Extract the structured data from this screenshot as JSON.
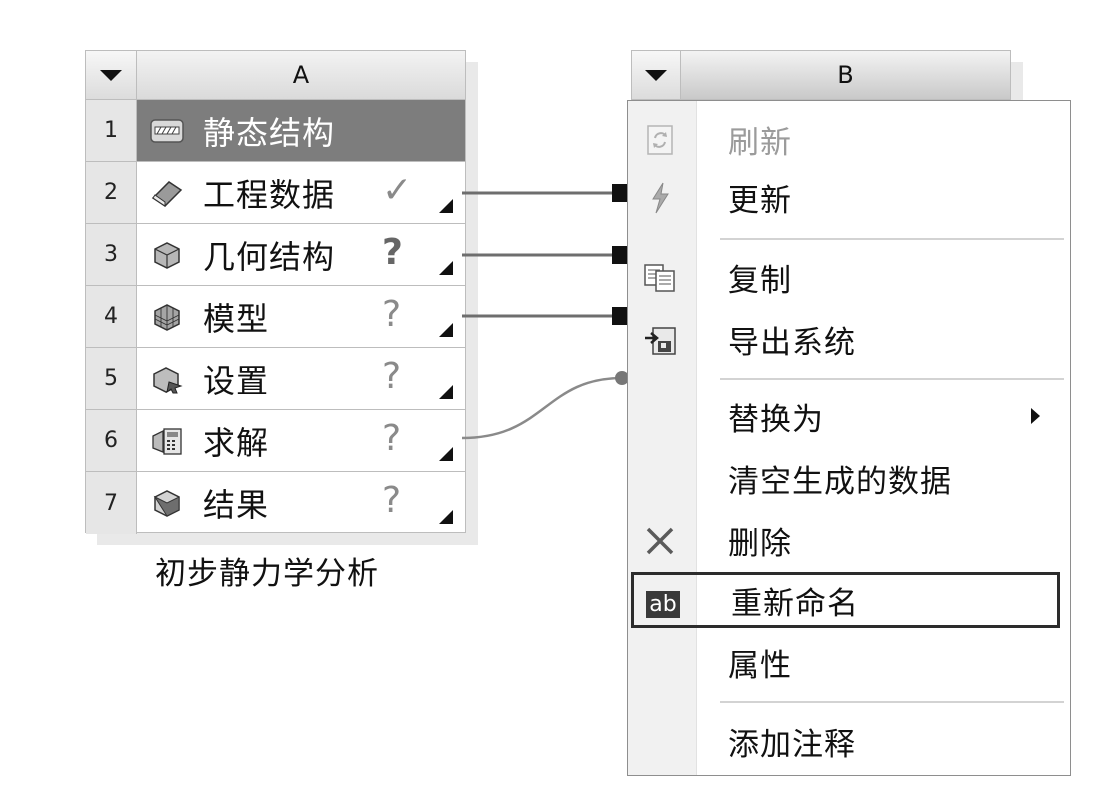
{
  "systemA": {
    "column_label": "A",
    "caption": "初步静力学分析",
    "rows": [
      {
        "num": "1",
        "label": "静态结构",
        "status": "",
        "icon": "static-structural-icon"
      },
      {
        "num": "2",
        "label": "工程数据",
        "status": "✓",
        "icon": "engineering-data-icon"
      },
      {
        "num": "3",
        "label": "几何结构",
        "status": "?",
        "icon": "geometry-icon"
      },
      {
        "num": "4",
        "label": "模型",
        "status": "?",
        "icon": "model-icon"
      },
      {
        "num": "5",
        "label": "设置",
        "status": "?",
        "icon": "setup-icon"
      },
      {
        "num": "6",
        "label": "求解",
        "status": "?",
        "icon": "solution-icon"
      },
      {
        "num": "7",
        "label": "结果",
        "status": "?",
        "icon": "results-icon"
      }
    ]
  },
  "systemB": {
    "column_label": "B"
  },
  "context_menu": {
    "items": {
      "refresh": "刷新",
      "update": "更新",
      "duplicate": "复制",
      "export_system": "导出系统",
      "replace_with": "替换为",
      "clear_generated_data": "清空生成的数据",
      "delete": "删除",
      "rename": "重新命名",
      "properties": "属性",
      "add_note": "添加注释"
    },
    "icons": {
      "refresh": "refresh-icon",
      "update": "lightning-icon",
      "duplicate": "copy-icon",
      "export_system": "export-icon",
      "delete": "delete-x-icon",
      "rename": "rename-ab-icon"
    },
    "rename_icon_text": "ab"
  }
}
